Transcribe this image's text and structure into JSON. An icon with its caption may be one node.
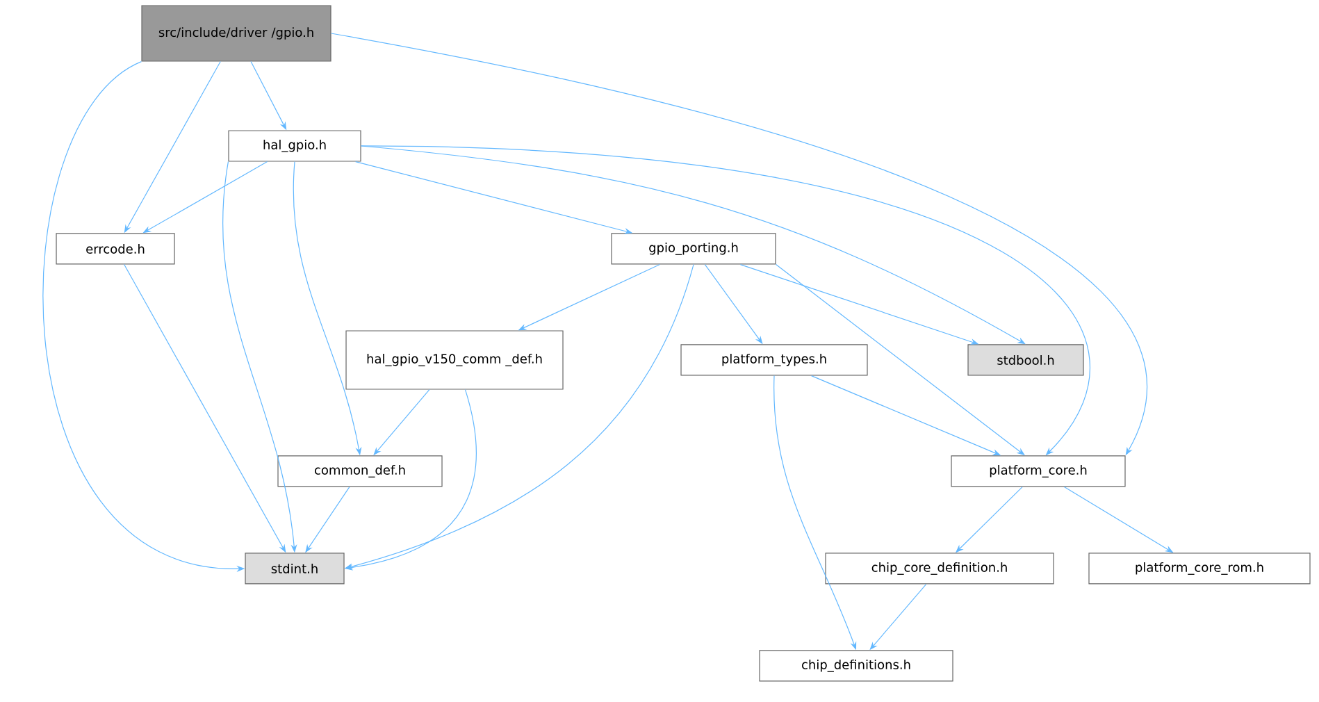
{
  "diagram": {
    "nodes": [
      {
        "text": [
          "src/include/driver /gpio.h"
        ]
      },
      {
        "text": [
          "hal_gpio.h"
        ]
      },
      {
        "text": [
          "errcode.h"
        ]
      },
      {
        "text": [
          "gpio_porting.h"
        ]
      },
      {
        "text": [
          "hal_gpio_v150_comm _def.h"
        ]
      },
      {
        "text": [
          "stdbool.h"
        ]
      },
      {
        "text": [
          "platform_types.h"
        ]
      },
      {
        "text": [
          "common_def.h"
        ]
      },
      {
        "text": [
          "platform_core.h"
        ]
      },
      {
        "text": [
          "stdint.h"
        ]
      },
      {
        "text": [
          "chip_core_definition.h"
        ]
      },
      {
        "text": [
          "platform_core_rom.h"
        ]
      },
      {
        "text": [
          "chip_definitions.h"
        ]
      }
    ],
    "edges": [
      {
        "from": 0,
        "to": 9,
        "arrow": "to"
      },
      {
        "from": 0,
        "to": 2,
        "arrow": "to"
      },
      {
        "from": 0,
        "to": 1,
        "arrow": "to"
      },
      {
        "from": 0,
        "to": 8,
        "arrow": "to"
      },
      {
        "from": 1,
        "to": 2,
        "arrow": "to"
      },
      {
        "from": 1,
        "to": 9,
        "arrow": "to"
      },
      {
        "from": 1,
        "to": 7,
        "arrow": "to"
      },
      {
        "from": 1,
        "to": 3,
        "arrow": "to"
      },
      {
        "from": 1,
        "to": 5,
        "arrow": "to"
      },
      {
        "from": 1,
        "to": 8,
        "arrow": "to"
      },
      {
        "from": 2,
        "to": 9,
        "arrow": "to"
      },
      {
        "from": 3,
        "to": 4,
        "arrow": "to"
      },
      {
        "from": 3,
        "to": 9,
        "arrow": "to"
      },
      {
        "from": 3,
        "to": 6,
        "arrow": "to"
      },
      {
        "from": 3,
        "to": 8,
        "arrow": "to"
      },
      {
        "from": 3,
        "to": 5,
        "arrow": "to"
      },
      {
        "from": 4,
        "to": 7,
        "arrow": "to"
      },
      {
        "from": 4,
        "to": 9,
        "arrow": "to"
      },
      {
        "from": 6,
        "to": 8,
        "arrow": "to"
      },
      {
        "from": 6,
        "to": 12,
        "arrow": "to"
      },
      {
        "from": 7,
        "to": 9,
        "arrow": "to"
      },
      {
        "from": 8,
        "to": 10,
        "arrow": "to"
      },
      {
        "from": 8,
        "to": 11,
        "arrow": "to"
      },
      {
        "from": 10,
        "to": 12,
        "arrow": "to"
      }
    ]
  }
}
